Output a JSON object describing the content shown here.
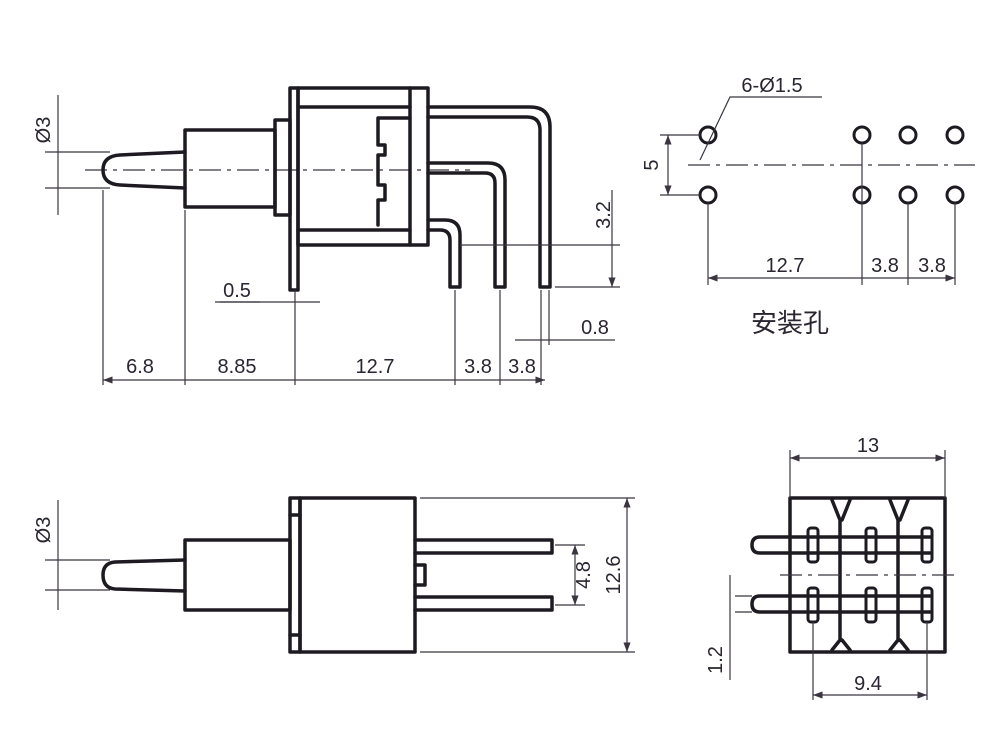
{
  "side_view": {
    "dia_label": "Ø3",
    "dims": {
      "lever": "6.8",
      "bushing": "8.85",
      "body": "12.7",
      "pitch1": "3.8",
      "pitch2": "3.8",
      "plate": "0.5",
      "pin_height": "3.2",
      "pin_width": "0.8"
    }
  },
  "hole_layout": {
    "hole_label": "6-Ø1.5",
    "row_spacing": "5",
    "dims": {
      "span": "12.7",
      "pitch1": "3.8",
      "pitch2": "3.8"
    },
    "caption": "安装孔"
  },
  "top_view": {
    "dia_label": "Ø3",
    "dims": {
      "pin_spacing": "4.8",
      "height": "12.6"
    }
  },
  "end_view": {
    "dims": {
      "width": "13",
      "pin_width": "1.2",
      "pin_span": "9.4"
    }
  }
}
